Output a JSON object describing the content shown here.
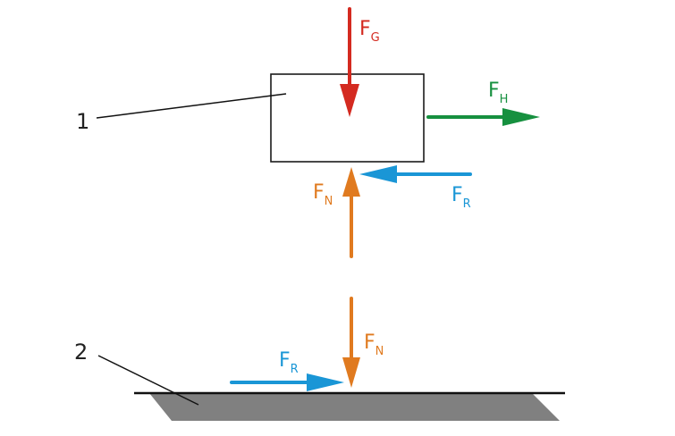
{
  "title": "Force diagram: block on surface",
  "colors": {
    "gravity": "#d42a20",
    "pull": "#16903f",
    "friction": "#1a96d6",
    "normal": "#e07a1f",
    "outline": "#1a1a1a",
    "ground_fill": "#808080"
  },
  "callouts": [
    {
      "id": "1",
      "label": "1",
      "target": "block"
    },
    {
      "id": "2",
      "label": "2",
      "target": "ground"
    }
  ],
  "forces": {
    "gravity": {
      "main": "F",
      "sub": "G",
      "direction": "down",
      "on": "block"
    },
    "pull": {
      "main": "F",
      "sub": "H",
      "direction": "right",
      "on": "block"
    },
    "friction_block": {
      "main": "F",
      "sub": "R",
      "direction": "left",
      "on": "block"
    },
    "normal_block": {
      "main": "F",
      "sub": "N",
      "direction": "up",
      "on": "block"
    },
    "normal_ground": {
      "main": "F",
      "sub": "N",
      "direction": "down",
      "on": "ground"
    },
    "friction_ground": {
      "main": "F",
      "sub": "R",
      "direction": "right",
      "on": "ground"
    }
  }
}
